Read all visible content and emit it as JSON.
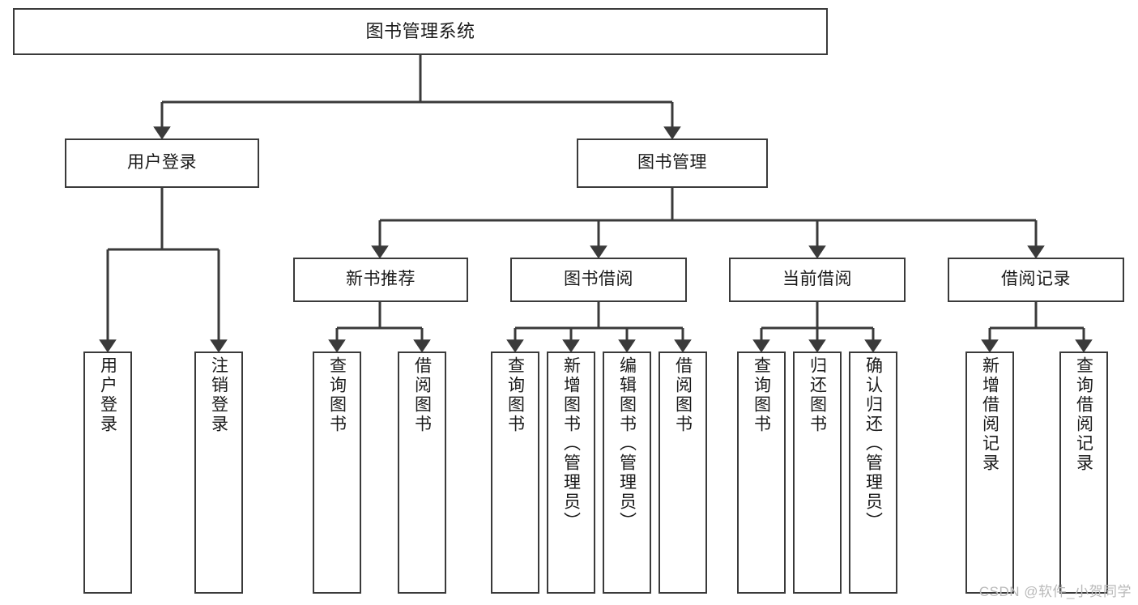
{
  "diagram": {
    "title": "图书管理系统",
    "type": "tree-hierarchy",
    "colors": {
      "box_border": "#3a3a3a",
      "box_fill": "#ffffff",
      "edge": "#3a3a3a",
      "text": "#1a1a1a",
      "watermark": "#b9b9b9",
      "background": "#ffffff"
    },
    "watermark": "CSDN @软件_小贺同学",
    "levels": {
      "root_label": "图书管理系统",
      "level2": [
        "用户登录",
        "图书管理"
      ],
      "level3": [
        "新书推荐",
        "图书借阅",
        "当前借阅",
        "借阅记录"
      ]
    }
  },
  "nodes": {
    "root": {
      "label": "图书管理系统"
    },
    "user_login": {
      "label": "用户登录"
    },
    "book_manage": {
      "label": "图书管理"
    },
    "new_book_rec": {
      "label": "新书推荐"
    },
    "book_borrow": {
      "label": "图书借阅"
    },
    "current_borrow": {
      "label": "当前借阅"
    },
    "borrow_record": {
      "label": "借阅记录"
    },
    "leaf_user_login": {
      "label": "用户登录"
    },
    "leaf_logout": {
      "label": "注销登录"
    },
    "leaf_query_book_1": {
      "label": "查询图书"
    },
    "leaf_borrow_book_1": {
      "label": "借阅图书"
    },
    "leaf_query_book_2": {
      "label": "查询图书"
    },
    "leaf_add_book": {
      "label": "新增图书（管理员）"
    },
    "leaf_edit_book": {
      "label": "编辑图书（管理员）"
    },
    "leaf_borrow_book_2": {
      "label": "借阅图书"
    },
    "leaf_query_book_3": {
      "label": "查询图书"
    },
    "leaf_return_book": {
      "label": "归还图书"
    },
    "leaf_confirm_return": {
      "label": "确认归还（管理员）"
    },
    "leaf_add_record": {
      "label": "新增借阅记录"
    },
    "leaf_query_record": {
      "label": "查询借阅记录"
    }
  }
}
